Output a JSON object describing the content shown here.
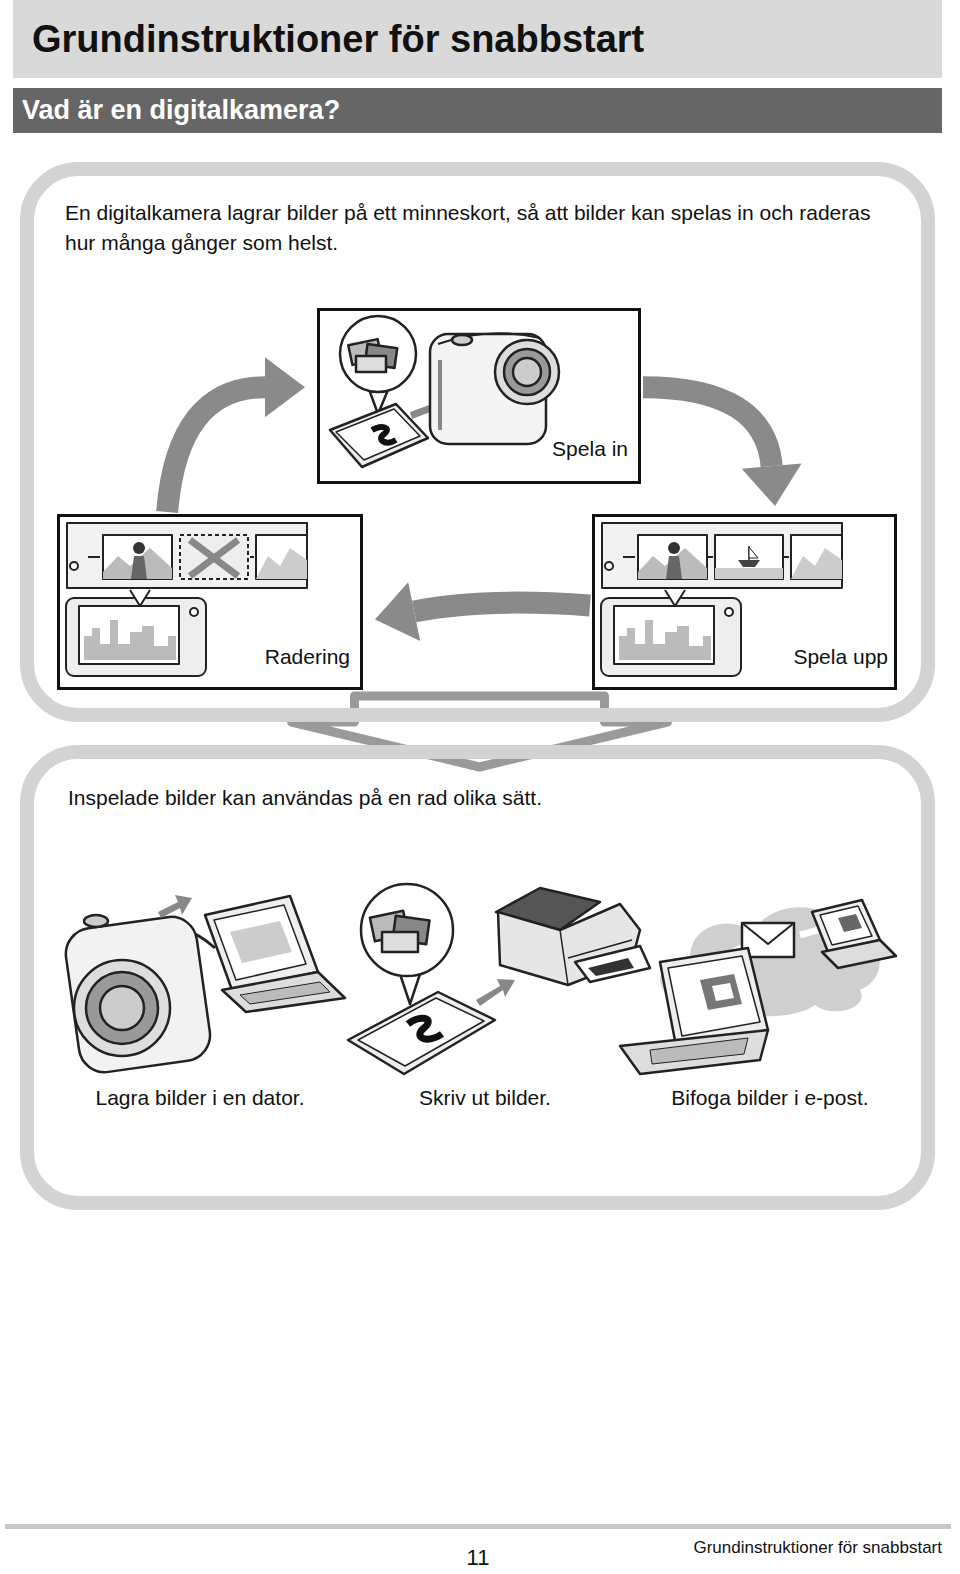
{
  "diagram": {
    "title": "Grundinstruktioner för snabbstart",
    "nodes": [
      {
        "text": [
          "Vad är en digitalkamera?"
        ]
      },
      {
        "text": [
          "En digitalkamera lagrar bilder på ett minneskort, så att bilder kan spelas in och raderas hur många gånger som helst."
        ]
      },
      {
        "text": [
          "Spela in"
        ],
        "in": 1
      },
      {
        "text": [
          "Radering"
        ],
        "in": 1
      },
      {
        "text": [
          "Spela upp"
        ],
        "in": 1
      },
      {
        "text": [
          "Inspelade bilder kan användas på en rad olika sätt."
        ]
      }
    ],
    "edges": [
      {
        "from": 2,
        "to": 4,
        "arrow": "to"
      },
      {
        "from": 4,
        "to": 3,
        "arrow": "to"
      },
      {
        "from": 3,
        "to": 2,
        "arrow": "to"
      },
      {
        "from": 1,
        "to": 5,
        "arrow": "to"
      }
    ],
    "labels": [
      "Lagra bilder i en dator.",
      "Skriv ut bilder.",
      "Bifoga bilder i e-post.",
      "11",
      "Grundinstruktioner för snabbstart"
    ]
  }
}
